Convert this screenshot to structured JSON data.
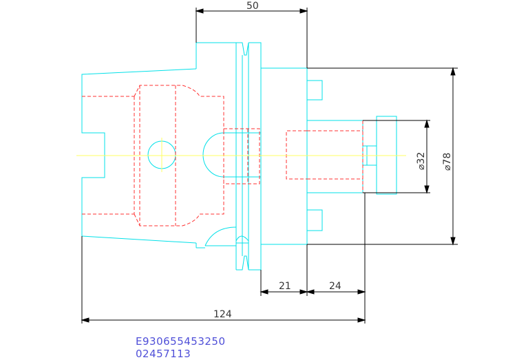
{
  "dimensions": {
    "top_width": "50",
    "diameter_outer": "⌀78",
    "diameter_inner": "⌀32",
    "segment_left": "21",
    "segment_right": "24",
    "overall_length": "124"
  },
  "part_codes": {
    "line1": "E930655453250",
    "line2": "02457113"
  },
  "colors": {
    "outline": "#00e0e8",
    "hidden": "#ff3030",
    "centerline": "#ffff60",
    "dimension": "#000000",
    "dim_text": "#333333",
    "code_text": "#4f4fd8"
  }
}
